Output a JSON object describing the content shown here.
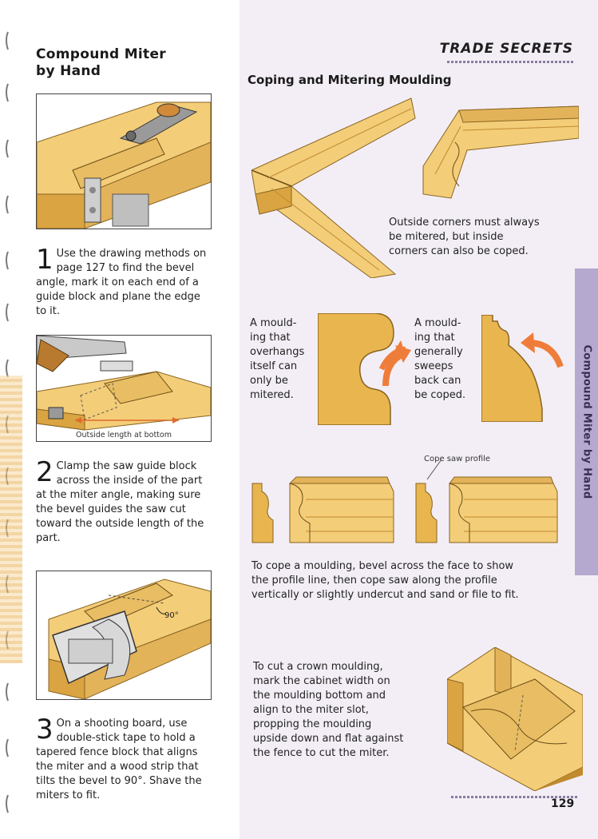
{
  "left": {
    "title": "Compound Miter\nby Hand",
    "steps": [
      {
        "number": "1",
        "text": "Use the drawing methods on page 127 to find the bevel angle, mark it on each end of a guide block and plane the edge to it."
      },
      {
        "number": "2",
        "text": "Clamp the saw guide block across the inside of the part at the miter angle, making sure the bevel guides the saw cut toward the outside length of the part."
      },
      {
        "number": "3",
        "text": "On a shooting board, use double-stick tape to hold a tapered fence block that aligns the miter and a wood strip that tilts the bevel to 90°. Shave the miters to fit."
      }
    ],
    "fig2_label": "Outside length at bottom",
    "fig3_label": "90°"
  },
  "right": {
    "section_label": "TRADE SECRETS",
    "heading": "Coping and Mitering Moulding",
    "caption_corners": "Outside corners must always\nbe mitered, but inside\ncorners can also be coped.",
    "caption_overhang": "A mould-\ning that\noverhangs\nitself can\nonly be\nmitered.",
    "caption_sweep": "A mould-\ning that\ngenerally\nsweeps\nback can\nbe coped.",
    "cope_profile_label": "Cope saw profile",
    "caption_cope": "To cope a moulding, bevel across the face to show the profile line, then cope saw along the profile vertically or slightly undercut and sand or file to fit.",
    "caption_crown": "To cut a crown moulding,\nmark the cabinet width on\nthe moulding bottom and\nalign to the miter slot,\npropping the moulding\nupside down and flat against\nthe fence to cut the miter.",
    "side_tab": "Compound Miter by Hand",
    "page_number": "129"
  },
  "colors": {
    "wood": "#f3cd78",
    "wood_dark": "#d9a441",
    "wood_shadow": "#c08a2f",
    "arrow": "#ef7d3a",
    "accent_tab": "#b5a9cf",
    "right_page_bg": "#f3eef6"
  }
}
